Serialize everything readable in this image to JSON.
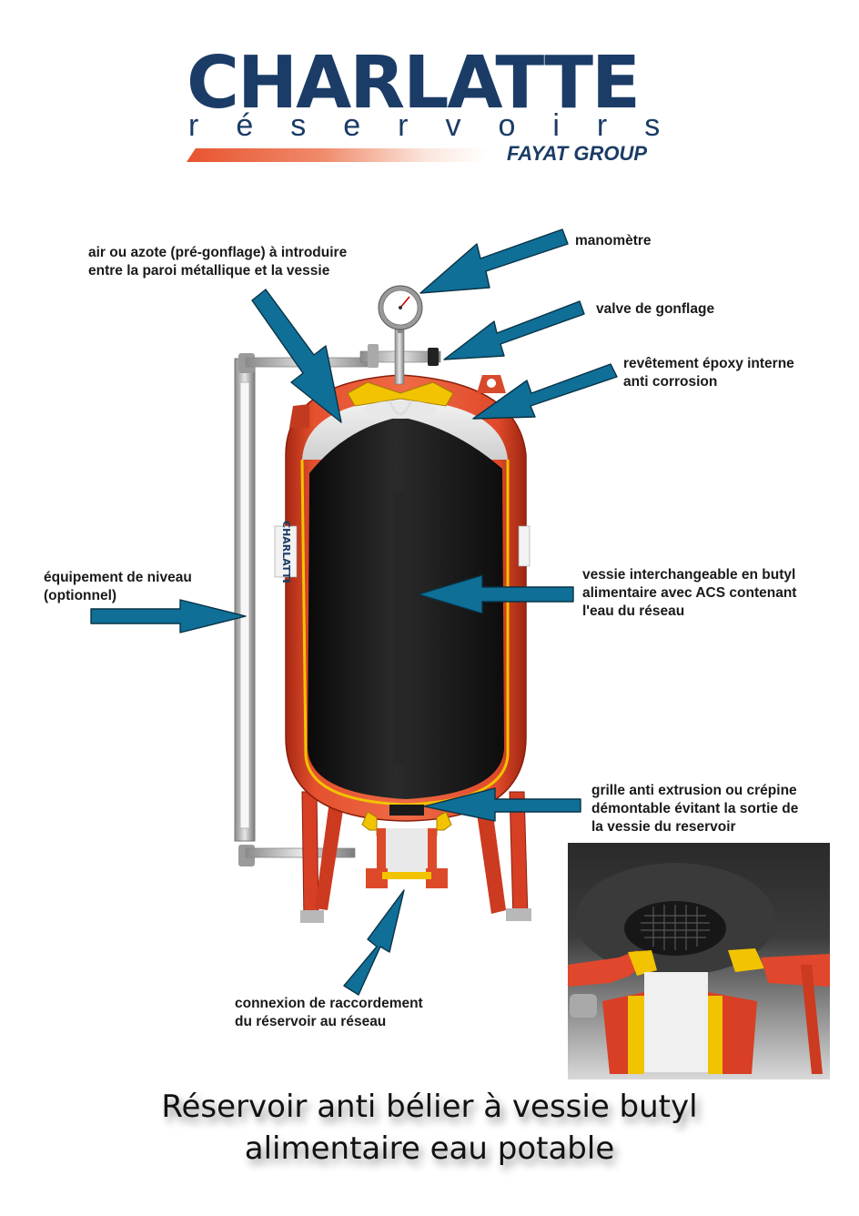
{
  "logo": {
    "brand": "CHARLATTE",
    "subtitle": "réservoirs",
    "group": "FAYAT GROUP",
    "colors": {
      "navy": "#1b3c66",
      "accent": "#e8532f"
    }
  },
  "labels": {
    "air": [
      "air ou azote (pré-gonflage) à introduire",
      "entre la paroi métallique et la vessie"
    ],
    "manometre": [
      "manomètre"
    ],
    "valve": [
      "valve de gonflage"
    ],
    "epoxy": [
      "revêtement époxy interne",
      "anti corrosion"
    ],
    "niveau": [
      "équipement de niveau",
      "(optionnel)"
    ],
    "vessie": [
      "vessie interchangeable en butyl",
      "alimentaire avec ACS contenant",
      "l'eau du réseau"
    ],
    "grille": [
      "grille anti extrusion ou crépine",
      "démontable évitant la sortie de",
      "la vessie du reservoir"
    ],
    "connexion": [
      "connexion de raccordement",
      "du réservoir au réseau"
    ]
  },
  "title": {
    "line1": "Réservoir anti bélier à vessie butyl",
    "line2": "alimentaire eau potable"
  },
  "tank_lettering": "CHARLATTE",
  "colors": {
    "arrow": "#0f6f97",
    "tank": "#e0472c",
    "bladder": "#161616",
    "epoxy": "#f2c300"
  }
}
